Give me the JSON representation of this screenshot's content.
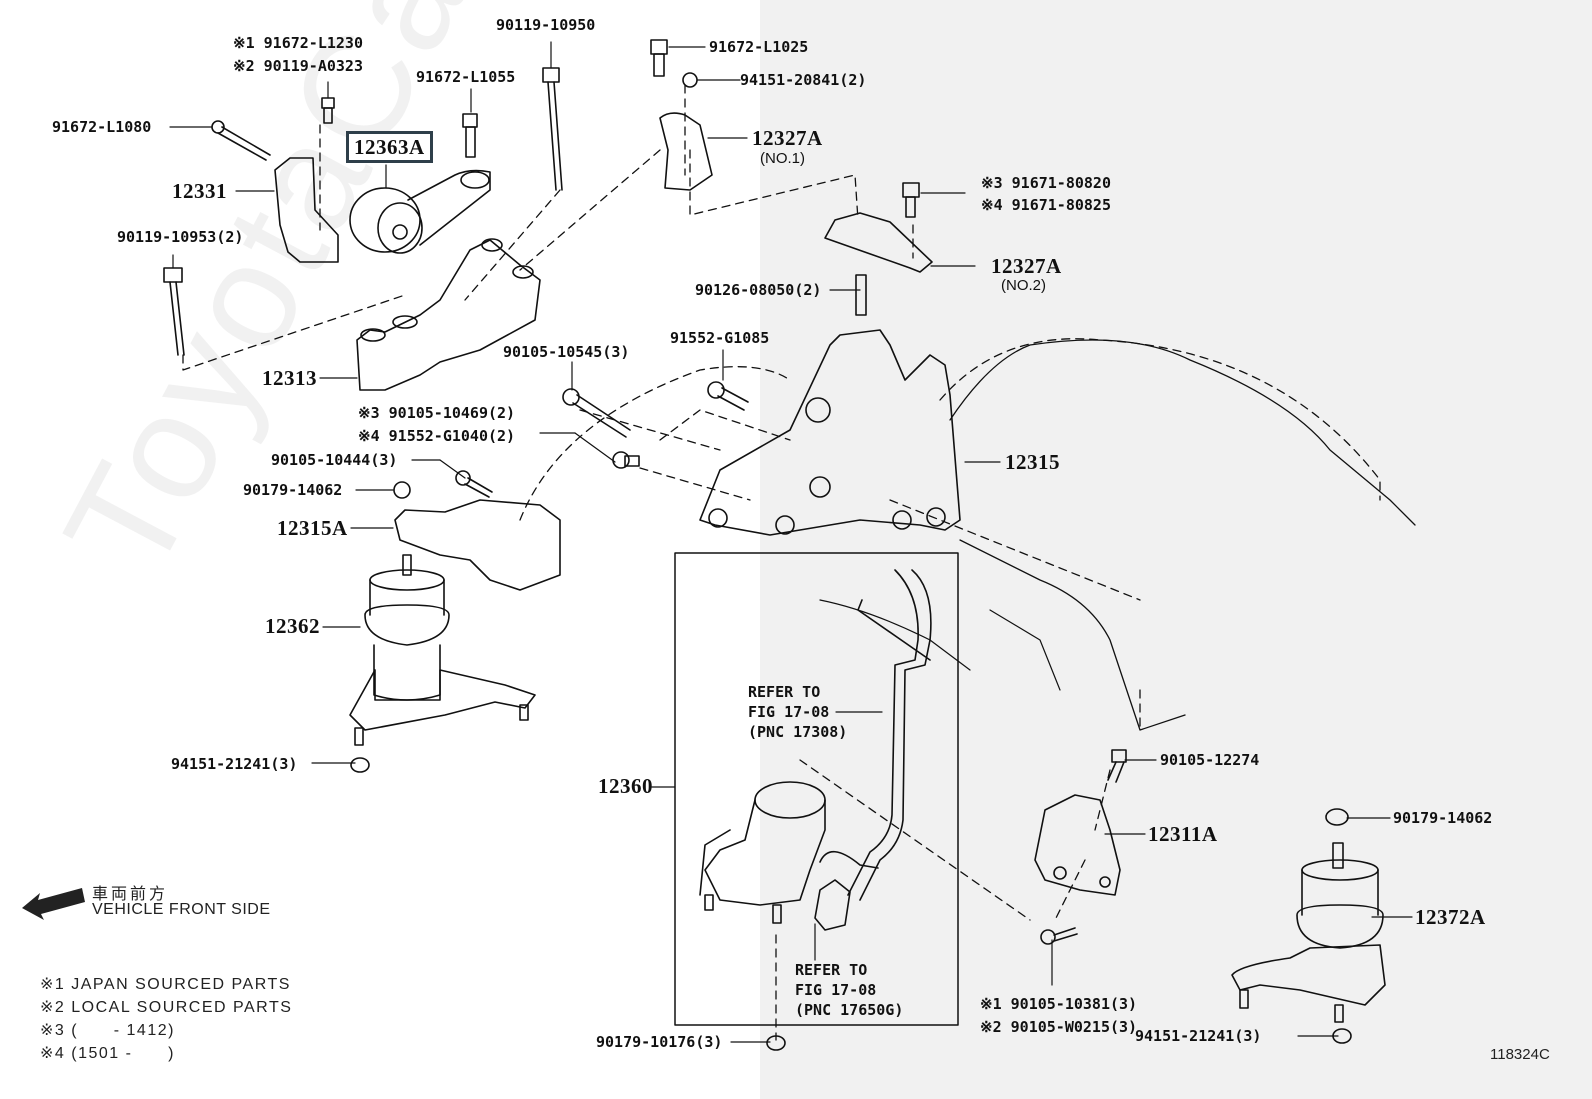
{
  "diagram": {
    "id": "118324C",
    "watermark": "ToyotaCarMine.ru",
    "highlighted_part": "12363A"
  },
  "labels": {
    "p_91672_L1230": "※1 91672-L1230",
    "p_90119_A0323": "※2 90119-A0323",
    "p_91672_L1080": "91672-L1080",
    "p_12363A": "12363A",
    "p_12331": "12331",
    "p_90119_10953": "90119-10953(2)",
    "p_90119_10950": "90119-10950",
    "p_91672_L1055": "91672-L1055",
    "p_91672_L1025": "91672-L1025",
    "p_94151_20841": "94151-20841(2)",
    "p_12327A_1": "12327A",
    "p_12327A_1_sub": "(NO.1)",
    "p_91671_80820": "※3 91671-80820",
    "p_91671_80825": "※4 91671-80825",
    "p_12327A_2": "12327A",
    "p_12327A_2_sub": "(NO.2)",
    "p_90126_08050": "90126-08050(2)",
    "p_12313": "12313",
    "p_91552_G1085": "91552-G1085",
    "p_90105_10545": "90105-10545(3)",
    "p_90105_10469": "※3 90105-10469(2)",
    "p_91552_G1040": "※4 91552-G1040(2)",
    "p_90105_10444": "90105-10444(3)",
    "p_90179_14062_a": "90179-14062",
    "p_12315A": "12315A",
    "p_12315": "12315",
    "p_12362": "12362",
    "p_94151_21241_a": "94151-21241(3)",
    "p_12360": "12360",
    "p_90105_12274": "90105-12274",
    "p_12311A": "12311A",
    "p_90179_14062_b": "90179-14062",
    "p_12372A": "12372A",
    "p_90105_10381": "※1 90105-10381(3)",
    "p_90105_W0215": "※2 90105-W0215(3)",
    "p_94151_21241_b": "94151-21241(3)",
    "p_90179_10176": "90179-10176(3)"
  },
  "refer": {
    "r1": "REFER TO\nFIG 17-08\n(PNC 17308)",
    "r2": "REFER TO\nFIG 17-08\n(PNC 17650G)"
  },
  "legend": {
    "front_jp": "車両前方",
    "front_en": "VEHICLE FRONT SIDE",
    "notes": [
      "※1 JAPAN SOURCED PARTS",
      "※2 LOCAL SOURCED PARTS",
      "※3 (      - 1412)",
      "※4 (1501 -      )"
    ]
  }
}
